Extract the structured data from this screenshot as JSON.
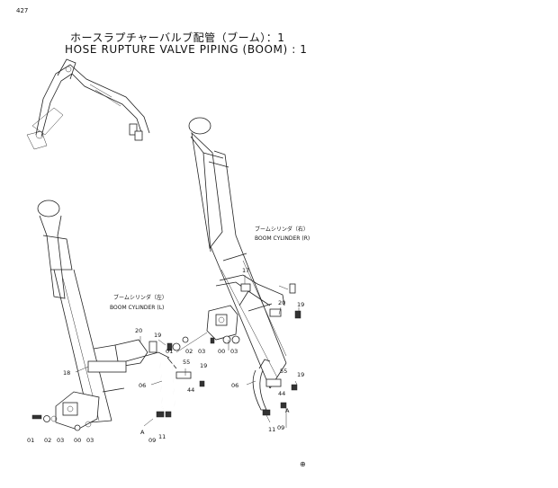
{
  "page_number": "427",
  "title_jp": "ホースラプチャーバルブ配管（ブーム）：1",
  "title_en": "HOSE RUPTURE VALVE PIPING (BOOM) : 1",
  "notes": {
    "boom_cyl_right_jp": "ブームシリンダ（右）",
    "boom_cyl_right_en": "BOOM CYLINDER (R)",
    "boom_cyl_left_jp": "ブームシリンダ（左）",
    "boom_cyl_left_en": "BOOM CYLINDER (L)"
  },
  "part_labels": {
    "p17": "17",
    "p20_r": "20",
    "p19_r1": "19",
    "p00_r": "00",
    "p03_r": "03",
    "p01_m": "01",
    "p02_m": "02",
    "p03_m": "03",
    "p20_m": "20",
    "p19_m": "19",
    "p55_m": "55",
    "p19_m2": "19",
    "p44_m": "44",
    "p06_m": "06",
    "p18": "18",
    "p11_m": "11",
    "p09_m": "09",
    "pA_m": "A",
    "p01_l": "01",
    "p02_l": "02",
    "p03_l": "03",
    "p00_l": "00",
    "p03_l2": "03",
    "p06_r": "06",
    "p55_r": "55",
    "p19_r2": "19",
    "p44_r": "44",
    "pA_r": "A",
    "p11_r": "11",
    "p09_r": "09"
  },
  "corner_mark": "⊕"
}
